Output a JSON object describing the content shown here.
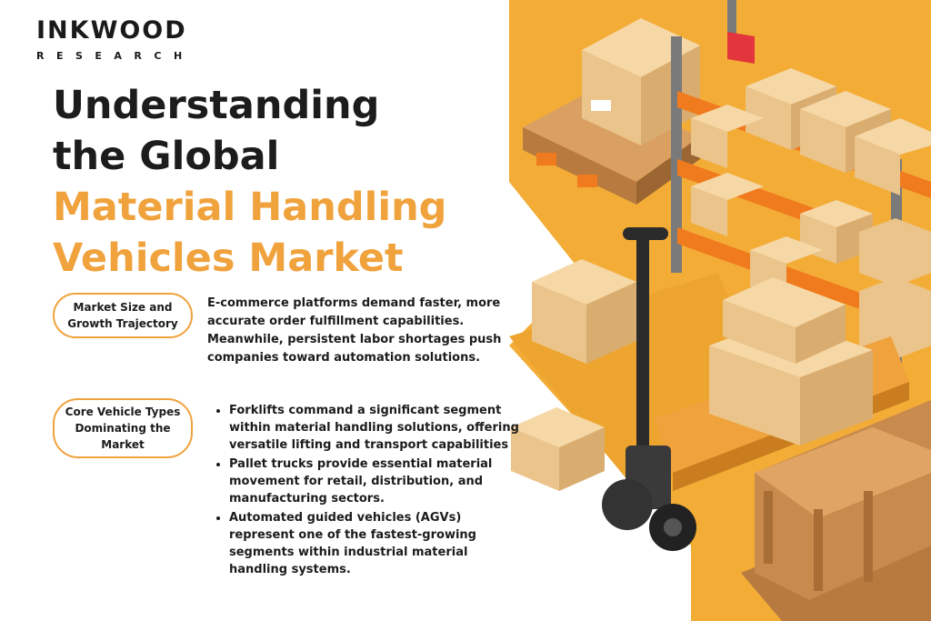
{
  "brand": {
    "name": "INKWOOD",
    "sub": "RESEARCH"
  },
  "title": {
    "line1": "Understanding",
    "line2": "the Global",
    "line3": "Material Handling",
    "line4": "Vehicles Market"
  },
  "sections": [
    {
      "label": "Market Size and Growth Trajectory",
      "text": "E-commerce platforms demand faster, more accurate order fulfillment capabilities. Meanwhile, persistent labor shortages push companies toward automation solutions."
    },
    {
      "label": "Core Vehicle Types Dominating the Market",
      "bullets": [
        "Forklifts command a significant segment within material handling solutions, offering versatile lifting and transport capabilities",
        "Pallet trucks provide essential material movement for retail, distribution, and manufacturing sectors.",
        "Automated guided vehicles (AGVs) represent one of the fastest-growing segments within industrial material handling systems."
      ]
    }
  ],
  "colors": {
    "accent": "#f0a23c",
    "shelf": "#f07a1e",
    "text": "#1c1c1c",
    "box": "#e8b57d"
  }
}
